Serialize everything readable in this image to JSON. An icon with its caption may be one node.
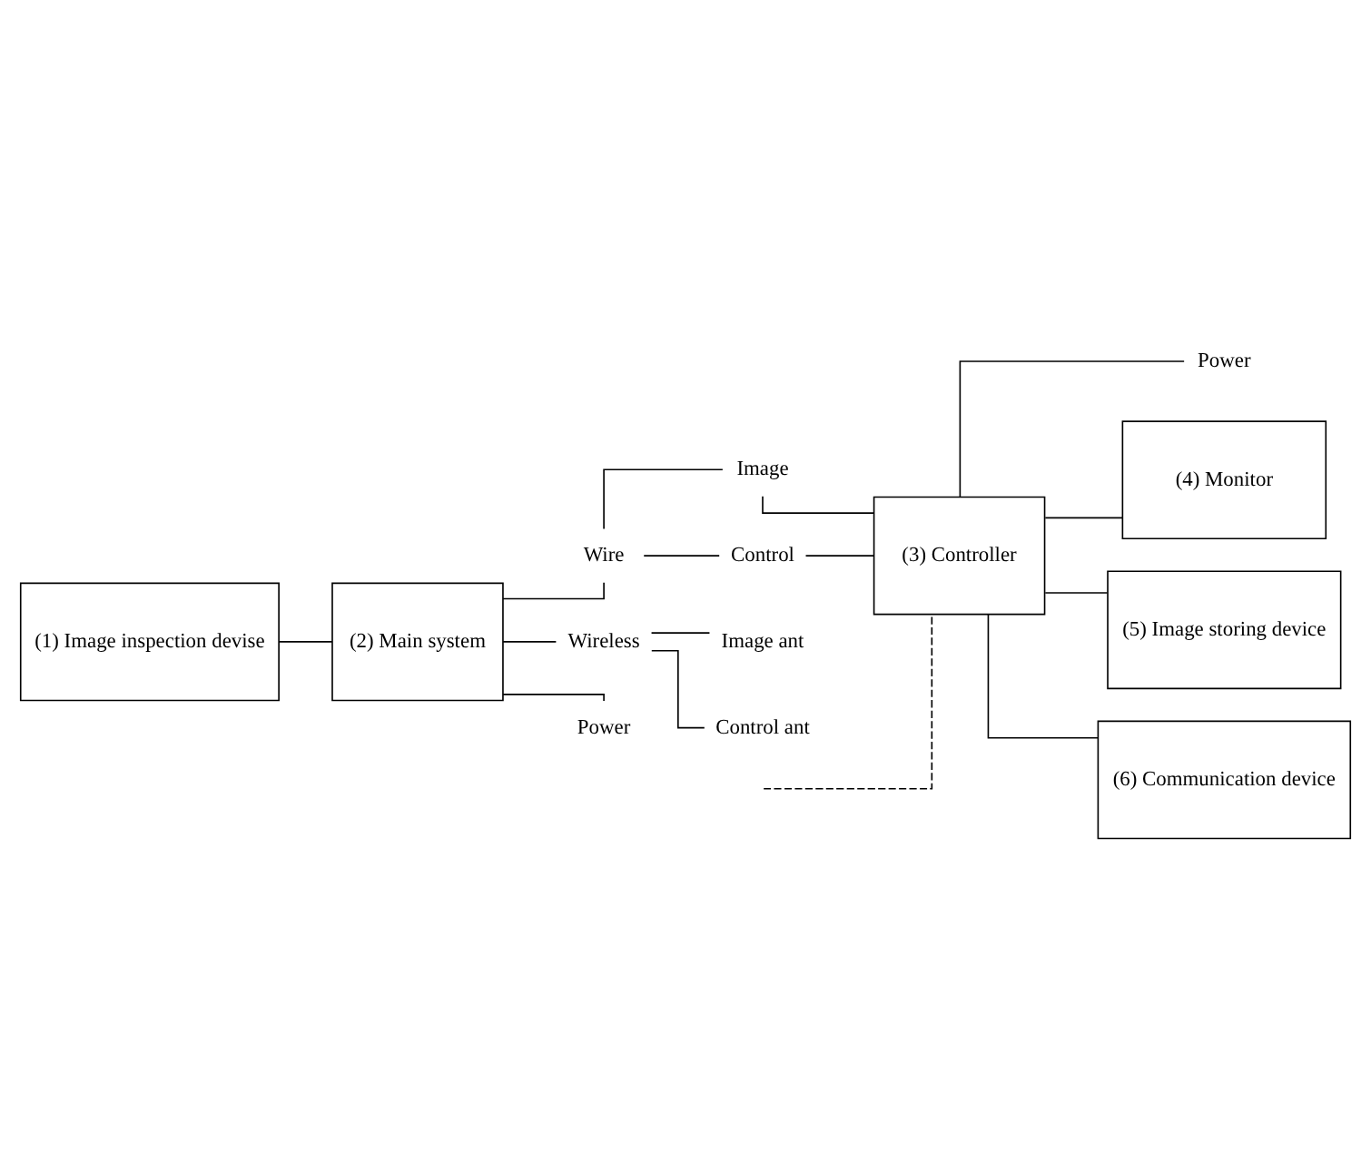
{
  "diagram": {
    "nodes": [
      {
        "text": [
          "(1) Image inspection devise"
        ]
      },
      {
        "text": [
          "(2) Main system"
        ]
      },
      {
        "text": [
          "Wire"
        ]
      },
      {
        "text": [
          "Wireless"
        ]
      },
      {
        "text": [
          "Image"
        ]
      },
      {
        "text": [
          "Control"
        ]
      },
      {
        "text": [
          "Image ant"
        ]
      },
      {
        "text": [
          "Control ant"
        ]
      },
      {
        "text": [
          "Power"
        ]
      },
      {
        "text": [
          "(3) Controller"
        ]
      },
      {
        "text": [
          "Power"
        ]
      },
      {
        "text": [
          "(4) Monitor"
        ]
      },
      {
        "text": [
          "(5) Image storing device"
        ]
      },
      {
        "text": [
          "(6) Communication device"
        ]
      }
    ],
    "edges": [
      {
        "from": 0,
        "to": 1,
        "arrow": "none"
      },
      {
        "from": 1,
        "to": 2,
        "arrow": "none"
      },
      {
        "from": 1,
        "to": 3,
        "arrow": "none"
      },
      {
        "from": 1,
        "to": 8,
        "arrow": "none"
      },
      {
        "from": 2,
        "to": 4,
        "arrow": "none"
      },
      {
        "from": 2,
        "to": 5,
        "arrow": "none"
      },
      {
        "from": 3,
        "to": 6,
        "arrow": "none"
      },
      {
        "from": 3,
        "to": 7,
        "arrow": "none"
      },
      {
        "from": 4,
        "to": 9,
        "arrow": "none"
      },
      {
        "from": 5,
        "to": 9,
        "arrow": "none"
      },
      {
        "from": null,
        "to": 9,
        "arrow": "none",
        "style": "dashed"
      },
      {
        "from": 9,
        "to": 10,
        "arrow": "none"
      },
      {
        "from": 9,
        "to": 11,
        "arrow": "none"
      },
      {
        "from": 9,
        "to": 12,
        "arrow": "none"
      },
      {
        "from": 9,
        "to": 13,
        "arrow": "none"
      }
    ]
  }
}
